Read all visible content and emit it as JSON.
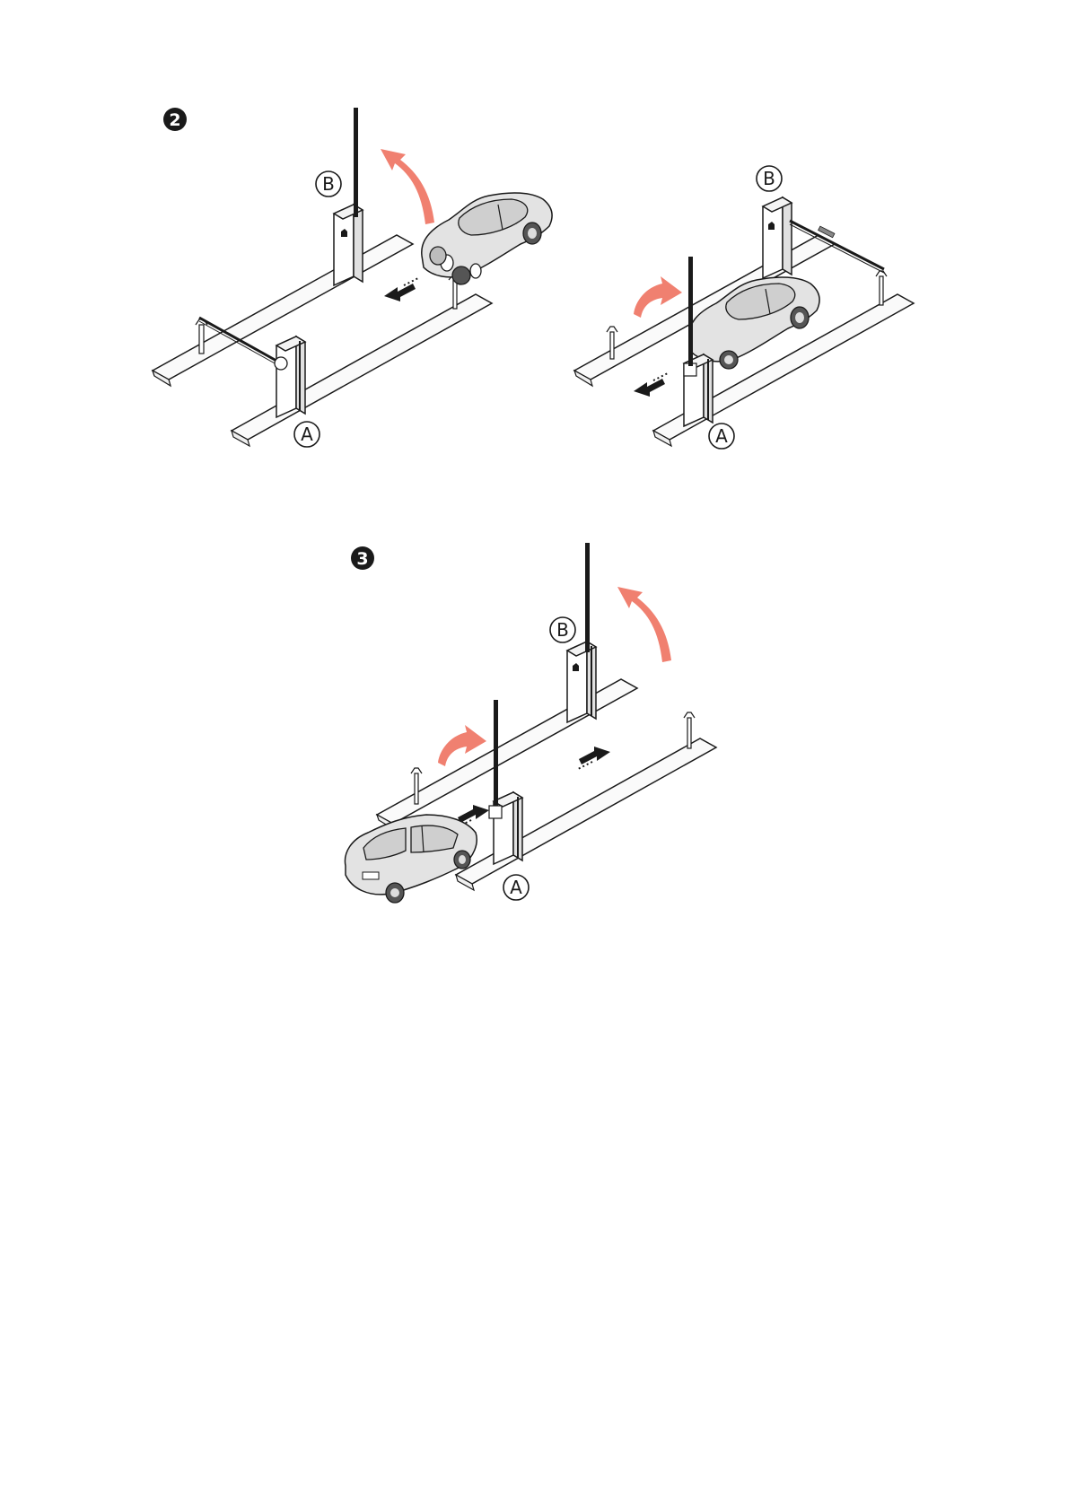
{
  "steps": [
    {
      "number": "2",
      "scenes": [
        {
          "label_a": "A",
          "label_b": "B"
        },
        {
          "label_a": "A",
          "label_b": "B"
        }
      ]
    },
    {
      "number": "3",
      "scenes": [
        {
          "label_a": "A",
          "label_b": "B"
        }
      ]
    }
  ],
  "colors": {
    "motion_arrow": "#f08070",
    "ink": "#1a1a1a",
    "car_fill": "#e3e3e3",
    "ground_fill": "#fafafa"
  }
}
